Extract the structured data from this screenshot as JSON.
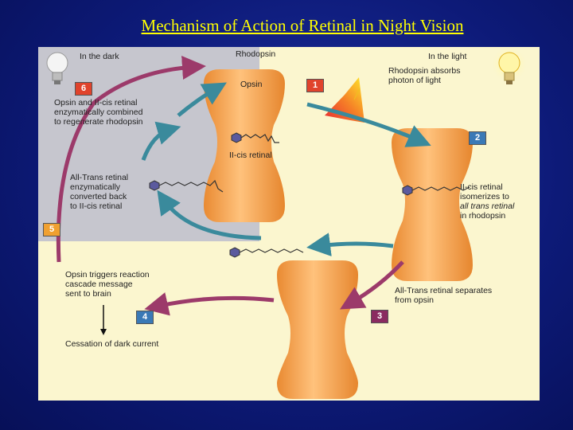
{
  "title": "Mechanism of Action of Retinal in Night Vision",
  "labels": {
    "in_the_dark": "In the dark",
    "in_the_light": "In the light",
    "rhodopsin": "Rhodopsin",
    "opsin": "Opsin",
    "cis_retinal": "II-cis retinal",
    "rhodopsin_absorbs": [
      "Rhodopsin absorbs",
      "photon of light"
    ],
    "step6_text": [
      "Opsin and II-cis retinal",
      "enzymatically combined",
      "to regenerate rhodopsin"
    ],
    "step5_text": [
      "All-Trans retinal",
      "enzymatically",
      "converted back",
      "to II-cis retinal"
    ],
    "step2_text": [
      "II-cis retinal",
      "isomerizes to",
      "all trans retinal",
      "in rhodopsin"
    ],
    "step3_text": [
      "All-Trans retinal separates",
      "from opsin"
    ],
    "step4_text": [
      "Opsin triggers reaction",
      "cascade message",
      "sent to brain"
    ],
    "cessation": "Cessation of dark current"
  },
  "steps": {
    "s1": "1",
    "s2": "2",
    "s3": "3",
    "s4": "4",
    "s5": "5",
    "s6": "6"
  },
  "colors": {
    "background": "#0d1a78",
    "title": "#ffff00",
    "panel": "#fbf6cf",
    "dark_box": "#c6c6ce",
    "protein": "#f6a24a",
    "arrow_teal": "#3a8a9c",
    "arrow_maroon": "#9c3a6a"
  },
  "icons": [
    "light-bulb-off-icon",
    "light-bulb-on-icon",
    "light-ray-icon",
    "retinal-molecule-icon"
  ]
}
